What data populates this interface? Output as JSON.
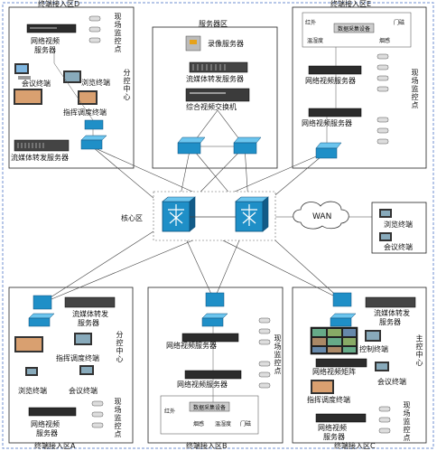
{
  "zones": {
    "d": "终端接入区D",
    "e": "终端接入区E",
    "server": "服务器区",
    "core": "核心区",
    "a": "终端接入区A",
    "b": "终端接入区B",
    "c": "终端接入区C"
  },
  "labels": {
    "wan": "WAN",
    "nvs": "网络视频服务器",
    "nvs_line1": "网络视频",
    "nvs_line2": "服务器",
    "site_monitor": "现场监控点",
    "branch_center": "分控中心",
    "main_center": "主控中心",
    "conference": "会议终端",
    "browse": "浏览终端",
    "dispatch": "指挥调度终端",
    "stream_relay": "流媒体转发服务器",
    "stream_relay_line1": "流媒体转发",
    "stream_relay_line2": "服务器",
    "record_server": "录像服务器",
    "video_switch": "综合视频交换机",
    "control": "控制终端",
    "video_matrix": "网络视频矩阵",
    "data_collect": "数据采集设备",
    "sensors": [
      "红外",
      "门磁",
      "烟感",
      "温湿度"
    ]
  }
}
